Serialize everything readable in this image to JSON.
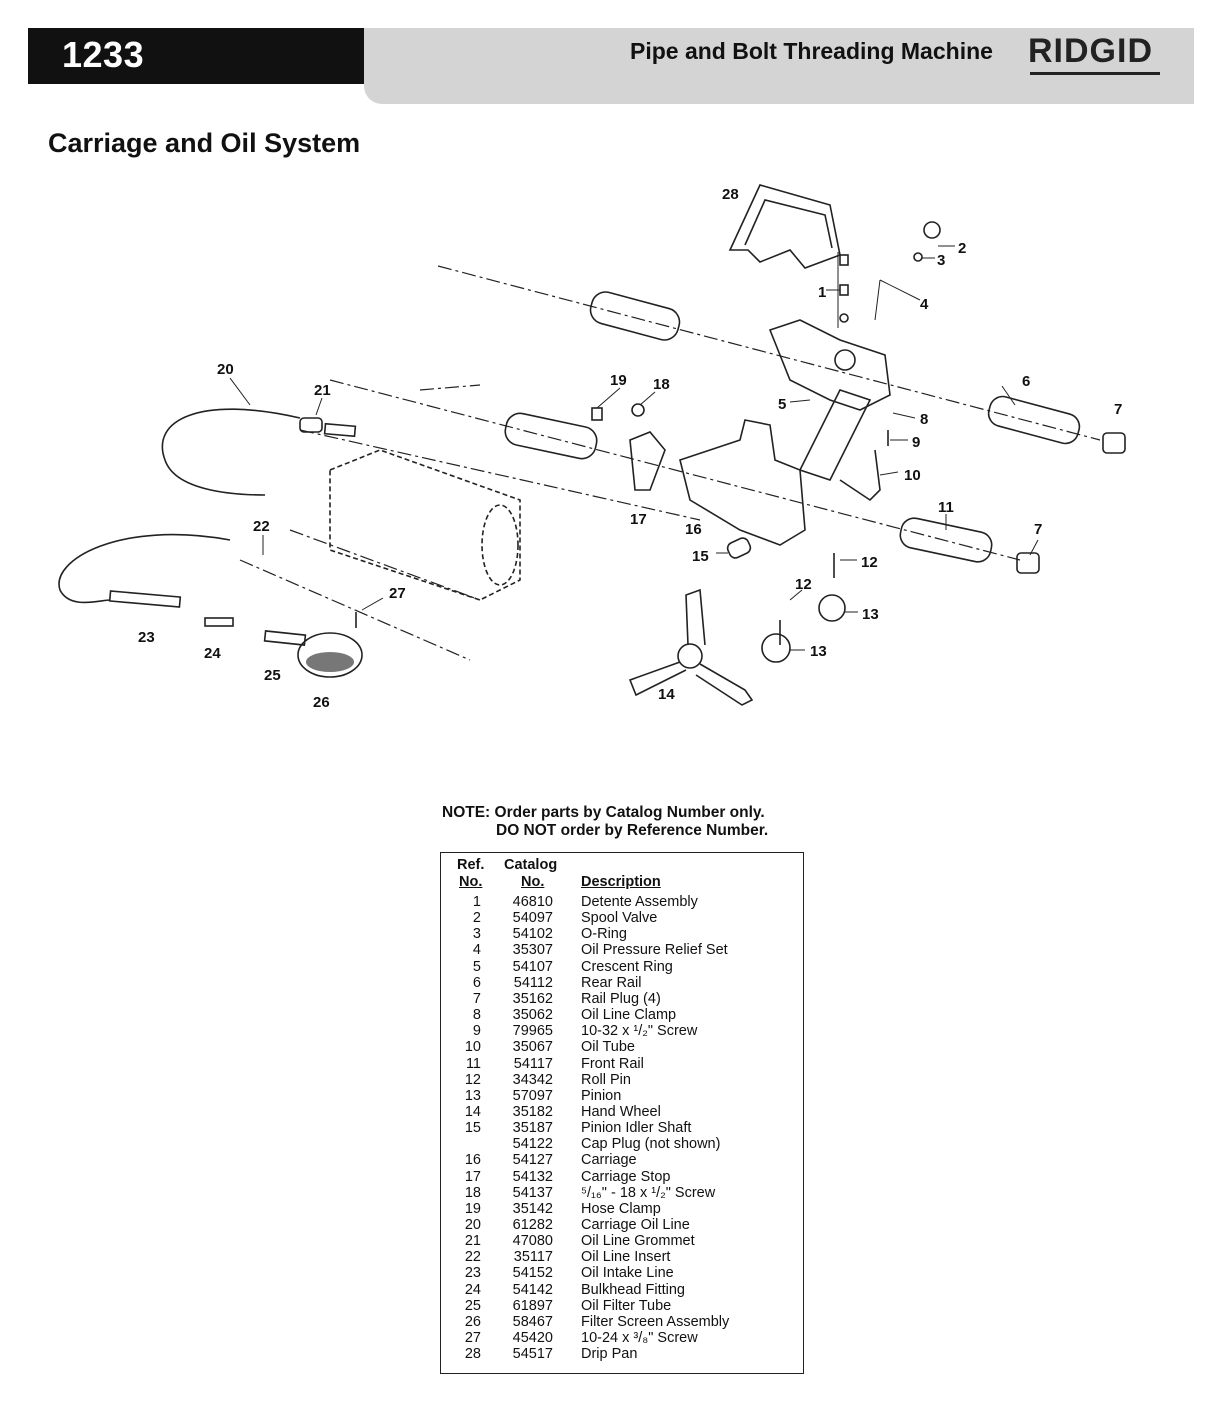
{
  "header": {
    "model": "1233",
    "title": "Pipe and Bolt Threading Machine",
    "brand": "RIDGID"
  },
  "section_title": "Carriage and Oil System",
  "diagram": {
    "callouts": [
      "1",
      "2",
      "3",
      "4",
      "5",
      "6",
      "7",
      "7",
      "8",
      "9",
      "10",
      "11",
      "12",
      "12",
      "13",
      "13",
      "14",
      "15",
      "16",
      "17",
      "18",
      "19",
      "20",
      "21",
      "22",
      "23",
      "24",
      "25",
      "26",
      "27",
      "28"
    ]
  },
  "note": {
    "line1": "NOTE: Order parts by Catalog Number only.",
    "line2": "DO NOT order by Reference Number."
  },
  "parts_table": {
    "headers": {
      "ref_top": "Ref.",
      "ref_bottom": "No.",
      "cat_top": "Catalog",
      "cat_bottom": "No.",
      "desc": "Description"
    },
    "rows": [
      {
        "ref": "1",
        "cat": "46810",
        "desc": "Detente Assembly"
      },
      {
        "ref": "2",
        "cat": "54097",
        "desc": "Spool Valve"
      },
      {
        "ref": "3",
        "cat": "54102",
        "desc": "O-Ring"
      },
      {
        "ref": "4",
        "cat": "35307",
        "desc": "Oil Pressure Relief Set"
      },
      {
        "ref": "5",
        "cat": "54107",
        "desc": "Crescent Ring"
      },
      {
        "ref": "6",
        "cat": "54112",
        "desc": "Rear Rail"
      },
      {
        "ref": "7",
        "cat": "35162",
        "desc": "Rail Plug (4)"
      },
      {
        "ref": "8",
        "cat": "35062",
        "desc": "Oil Line Clamp"
      },
      {
        "ref": "9",
        "cat": "79965",
        "desc": "10-32 x ¹/₂\" Screw"
      },
      {
        "ref": "10",
        "cat": "35067",
        "desc": "Oil Tube"
      },
      {
        "ref": "11",
        "cat": "54117",
        "desc": "Front Rail"
      },
      {
        "ref": "12",
        "cat": "34342",
        "desc": "Roll Pin"
      },
      {
        "ref": "13",
        "cat": "57097",
        "desc": "Pinion"
      },
      {
        "ref": "14",
        "cat": "35182",
        "desc": "Hand Wheel"
      },
      {
        "ref": "15",
        "cat": "35187",
        "desc": "Pinion Idler Shaft"
      },
      {
        "ref": "",
        "cat": "54122",
        "desc": "Cap Plug (not shown)"
      },
      {
        "ref": "16",
        "cat": "54127",
        "desc": "Carriage"
      },
      {
        "ref": "17",
        "cat": "54132",
        "desc": "Carriage Stop"
      },
      {
        "ref": "18",
        "cat": "54137",
        "desc": "⁵/₁₆\" - 18 x ¹/₂\" Screw"
      },
      {
        "ref": "19",
        "cat": "35142",
        "desc": "Hose Clamp"
      },
      {
        "ref": "20",
        "cat": "61282",
        "desc": "Carriage Oil Line"
      },
      {
        "ref": "21",
        "cat": "47080",
        "desc": "Oil Line Grommet"
      },
      {
        "ref": "22",
        "cat": "35117",
        "desc": "Oil Line Insert"
      },
      {
        "ref": "23",
        "cat": "54152",
        "desc": "Oil Intake Line"
      },
      {
        "ref": "24",
        "cat": "54142",
        "desc": "Bulkhead Fitting"
      },
      {
        "ref": "25",
        "cat": "61897",
        "desc": "Oil Filter Tube"
      },
      {
        "ref": "26",
        "cat": "58467",
        "desc": "Filter Screen Assembly"
      },
      {
        "ref": "27",
        "cat": "45420",
        "desc": "10-24 x ³/₈\" Screw"
      },
      {
        "ref": "28",
        "cat": "54517",
        "desc": "Drip Pan"
      }
    ]
  }
}
